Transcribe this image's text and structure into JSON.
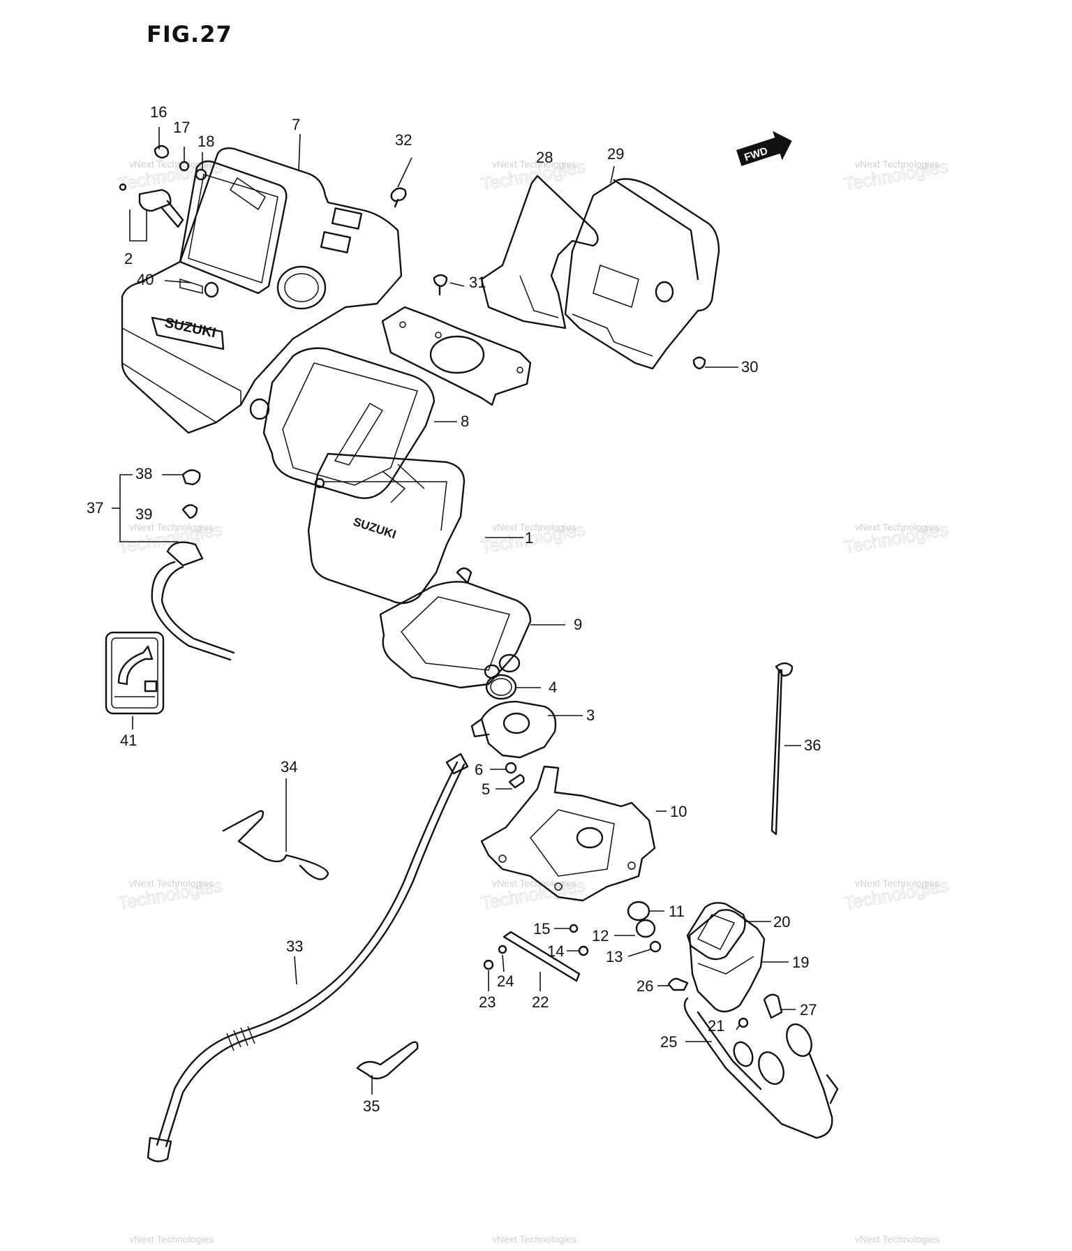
{
  "figure": {
    "title": "FIG.27",
    "brand_marks": [
      "SUZUKI",
      "SUZUKI"
    ],
    "fwd_label": "FWD",
    "watermark_line1": "vNext Technologies",
    "watermark_line2": "Technologies"
  },
  "callouts": [
    {
      "id": "c16",
      "label": "16"
    },
    {
      "id": "c17",
      "label": "17"
    },
    {
      "id": "c18",
      "label": "18"
    },
    {
      "id": "c7",
      "label": "7"
    },
    {
      "id": "c32",
      "label": "32"
    },
    {
      "id": "c28",
      "label": "28"
    },
    {
      "id": "c29",
      "label": "29"
    },
    {
      "id": "c2",
      "label": "2"
    },
    {
      "id": "c40",
      "label": "40"
    },
    {
      "id": "c31",
      "label": "31"
    },
    {
      "id": "c30",
      "label": "30"
    },
    {
      "id": "c8",
      "label": "8"
    },
    {
      "id": "c38",
      "label": "38"
    },
    {
      "id": "c37",
      "label": "37"
    },
    {
      "id": "c39",
      "label": "39"
    },
    {
      "id": "c1",
      "label": "1"
    },
    {
      "id": "c9",
      "label": "9"
    },
    {
      "id": "c4",
      "label": "4"
    },
    {
      "id": "c3",
      "label": "3"
    },
    {
      "id": "c41",
      "label": "41"
    },
    {
      "id": "c36",
      "label": "36"
    },
    {
      "id": "c6",
      "label": "6"
    },
    {
      "id": "c5",
      "label": "5"
    },
    {
      "id": "c34",
      "label": "34"
    },
    {
      "id": "c10",
      "label": "10"
    },
    {
      "id": "c11",
      "label": "11"
    },
    {
      "id": "c20",
      "label": "20"
    },
    {
      "id": "c15",
      "label": "15"
    },
    {
      "id": "c12",
      "label": "12"
    },
    {
      "id": "c14",
      "label": "14"
    },
    {
      "id": "c13",
      "label": "13"
    },
    {
      "id": "c19",
      "label": "19"
    },
    {
      "id": "c33",
      "label": "33"
    },
    {
      "id": "c24",
      "label": "24"
    },
    {
      "id": "c22",
      "label": "22"
    },
    {
      "id": "c23",
      "label": "23"
    },
    {
      "id": "c26",
      "label": "26"
    },
    {
      "id": "c27",
      "label": "27"
    },
    {
      "id": "c21",
      "label": "21"
    },
    {
      "id": "c25",
      "label": "25"
    },
    {
      "id": "c35",
      "label": "35"
    }
  ]
}
